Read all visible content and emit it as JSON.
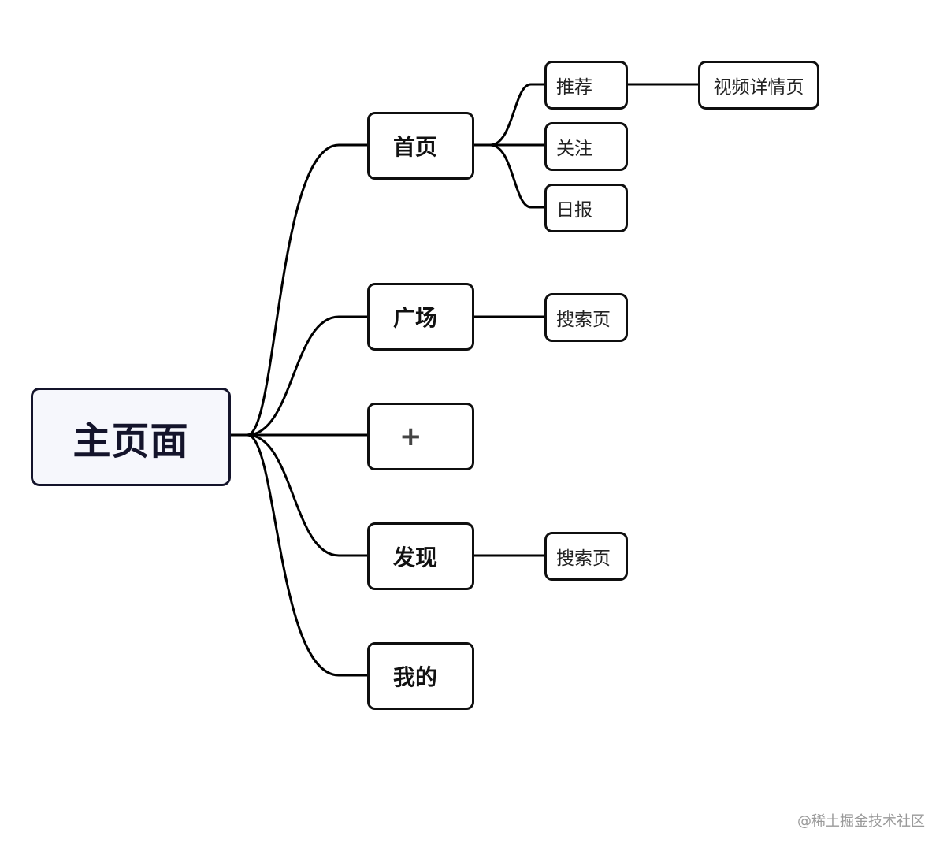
{
  "root": {
    "label": "主页面"
  },
  "branches": [
    {
      "label": "首页",
      "children": [
        {
          "label": "推荐",
          "children": [
            {
              "label": "视频详情页"
            }
          ]
        },
        {
          "label": "关注"
        },
        {
          "label": "日报"
        }
      ]
    },
    {
      "label": "广场",
      "children": [
        {
          "label": "搜索页"
        }
      ]
    },
    {
      "label": "+"
    },
    {
      "label": "发现",
      "children": [
        {
          "label": "搜索页"
        }
      ]
    },
    {
      "label": "我的"
    }
  ],
  "watermark": "@稀土掘金技术社区",
  "colors": {
    "line": "#000000",
    "node_border": "#0f0f0f",
    "root_fill": "#f6f7fc",
    "root_text": "#14142b",
    "watermark": "#9a9a9a"
  }
}
